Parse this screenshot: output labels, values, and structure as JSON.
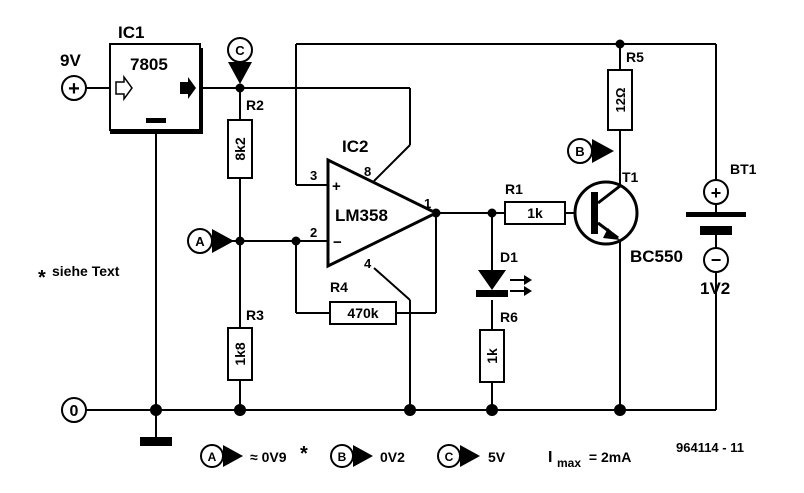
{
  "components": {
    "ic1": {
      "ref": "IC1",
      "type": "7805"
    },
    "ic2": {
      "ref": "IC2",
      "type": "LM358",
      "pin_plus": "+",
      "pin_minus": "−",
      "pin3": "3",
      "pin2": "2",
      "pin8": "8",
      "pin4": "4",
      "pin1": "1"
    },
    "r1": {
      "ref": "R1",
      "value": "1k"
    },
    "r2": {
      "ref": "R2",
      "value": "8k2"
    },
    "r3": {
      "ref": "R3",
      "value": "1k8"
    },
    "r4": {
      "ref": "R4",
      "value": "470k"
    },
    "r5": {
      "ref": "R5",
      "value": "12Ω"
    },
    "r6": {
      "ref": "R6",
      "value": "1k"
    },
    "d1": {
      "ref": "D1"
    },
    "t1": {
      "ref": "T1",
      "type": "BC550"
    },
    "bt1": {
      "ref": "BT1",
      "voltage": "1V2",
      "plus": "+",
      "minus": "−"
    }
  },
  "terminals": {
    "input_voltage": "9V",
    "input_symbol": "+",
    "ground_symbol": "0"
  },
  "markers": {
    "a": "A",
    "b": "B",
    "c": "C"
  },
  "note": "siehe Text",
  "note_star": "*",
  "legend": {
    "a_label": "A",
    "a_value": "≈ 0V9",
    "a_star": "*",
    "b_label": "B",
    "b_value": "0V2",
    "c_label": "C",
    "c_value": "5V",
    "imax_prefix": "I",
    "imax_sub": "max",
    "imax_value": " = 2mA"
  },
  "figure_id": "964114 - 11"
}
